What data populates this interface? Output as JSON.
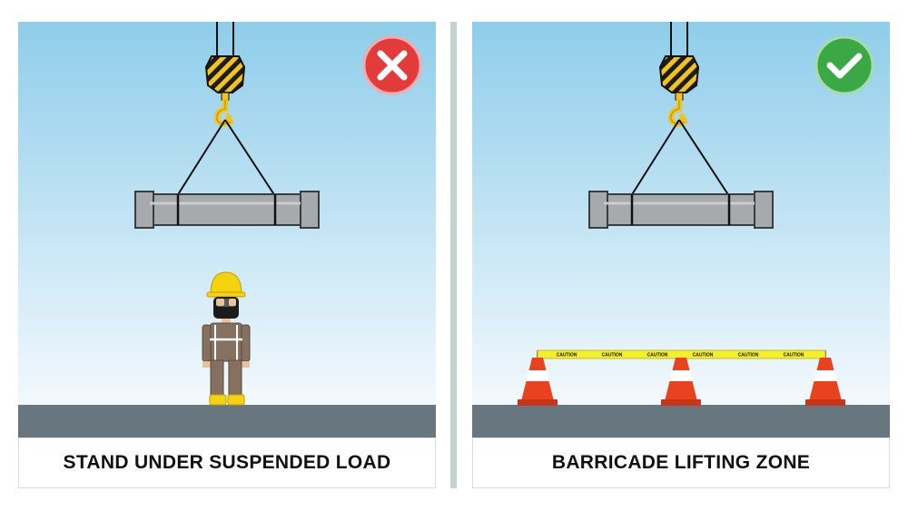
{
  "panels": [
    {
      "id": "left",
      "caption": "STAND UNDER SUSPENDED LOAD",
      "verdict": "incorrect"
    },
    {
      "id": "right",
      "caption": "BARRICADE LIFTING ZONE",
      "verdict": "correct",
      "tape_labels": [
        "CAUTION",
        "CAUTION",
        "CAUTION",
        "CAUTION",
        "CAUTION",
        "CAUTION"
      ]
    }
  ],
  "colors": {
    "sky_top": "#8fcdea",
    "sky_bottom": "#f3f9fd",
    "ground": "#687680",
    "incorrect_badge": "#e23b3b",
    "correct_badge": "#3aa845",
    "hook_yellow": "#f2c318",
    "pipe_grey": "#a7aaad",
    "cone_orange": "#e8421f",
    "tape_yellow": "#f4ef2a",
    "divider": "#c3d4cf"
  },
  "icons": {
    "incorrect": "cross-icon",
    "correct": "checkmark-icon"
  }
}
